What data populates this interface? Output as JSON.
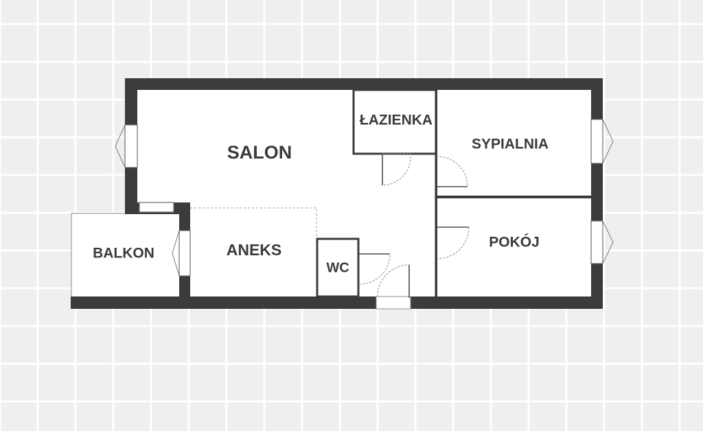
{
  "rooms": {
    "salon": "SALON",
    "lazienka": "ŁAZIENKA",
    "sypialnia": "SYPIALNIA",
    "balkon": "BALKON",
    "aneks": "ANEKS",
    "wc": "WC",
    "pokoj": "POKÓJ"
  },
  "colors": {
    "background": "#efefef",
    "grid": "#ffffff",
    "wall": "#3b3b3b",
    "room_fill": "#ffffff",
    "label": "#3b3b3b"
  }
}
